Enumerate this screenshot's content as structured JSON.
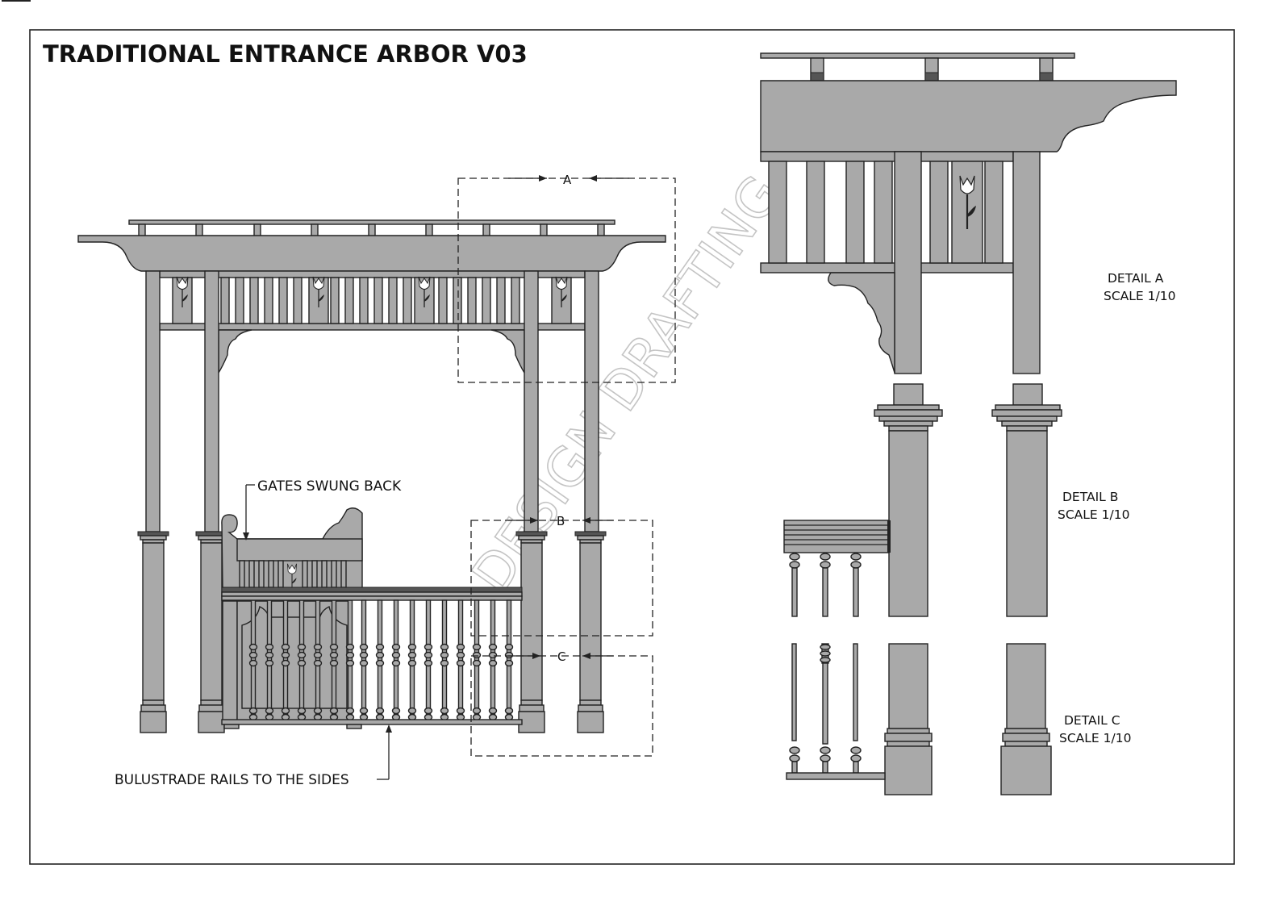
{
  "drawing": {
    "title": "TRADITIONAL ENTRANCE ARBOR V03",
    "watermark": "DESIGN DRAFTING",
    "colors": {
      "wood": "#a9a9a9",
      "line": "#222222",
      "paper": "#ffffff"
    }
  },
  "annotations": {
    "gates_note": "GATES SWUNG BACK",
    "rails_note": "BULUSTRADE RAILS TO THE SIDES"
  },
  "callouts": {
    "a": "A",
    "b": "B",
    "c": "C"
  },
  "details": {
    "a": {
      "name": "DETAIL  A",
      "scale": "SCALE 1/10"
    },
    "b": {
      "name": "DETAIL  B",
      "scale": "SCALE 1/10"
    },
    "c": {
      "name": "DETAIL  C",
      "scale": "SCALE 1/10"
    }
  }
}
